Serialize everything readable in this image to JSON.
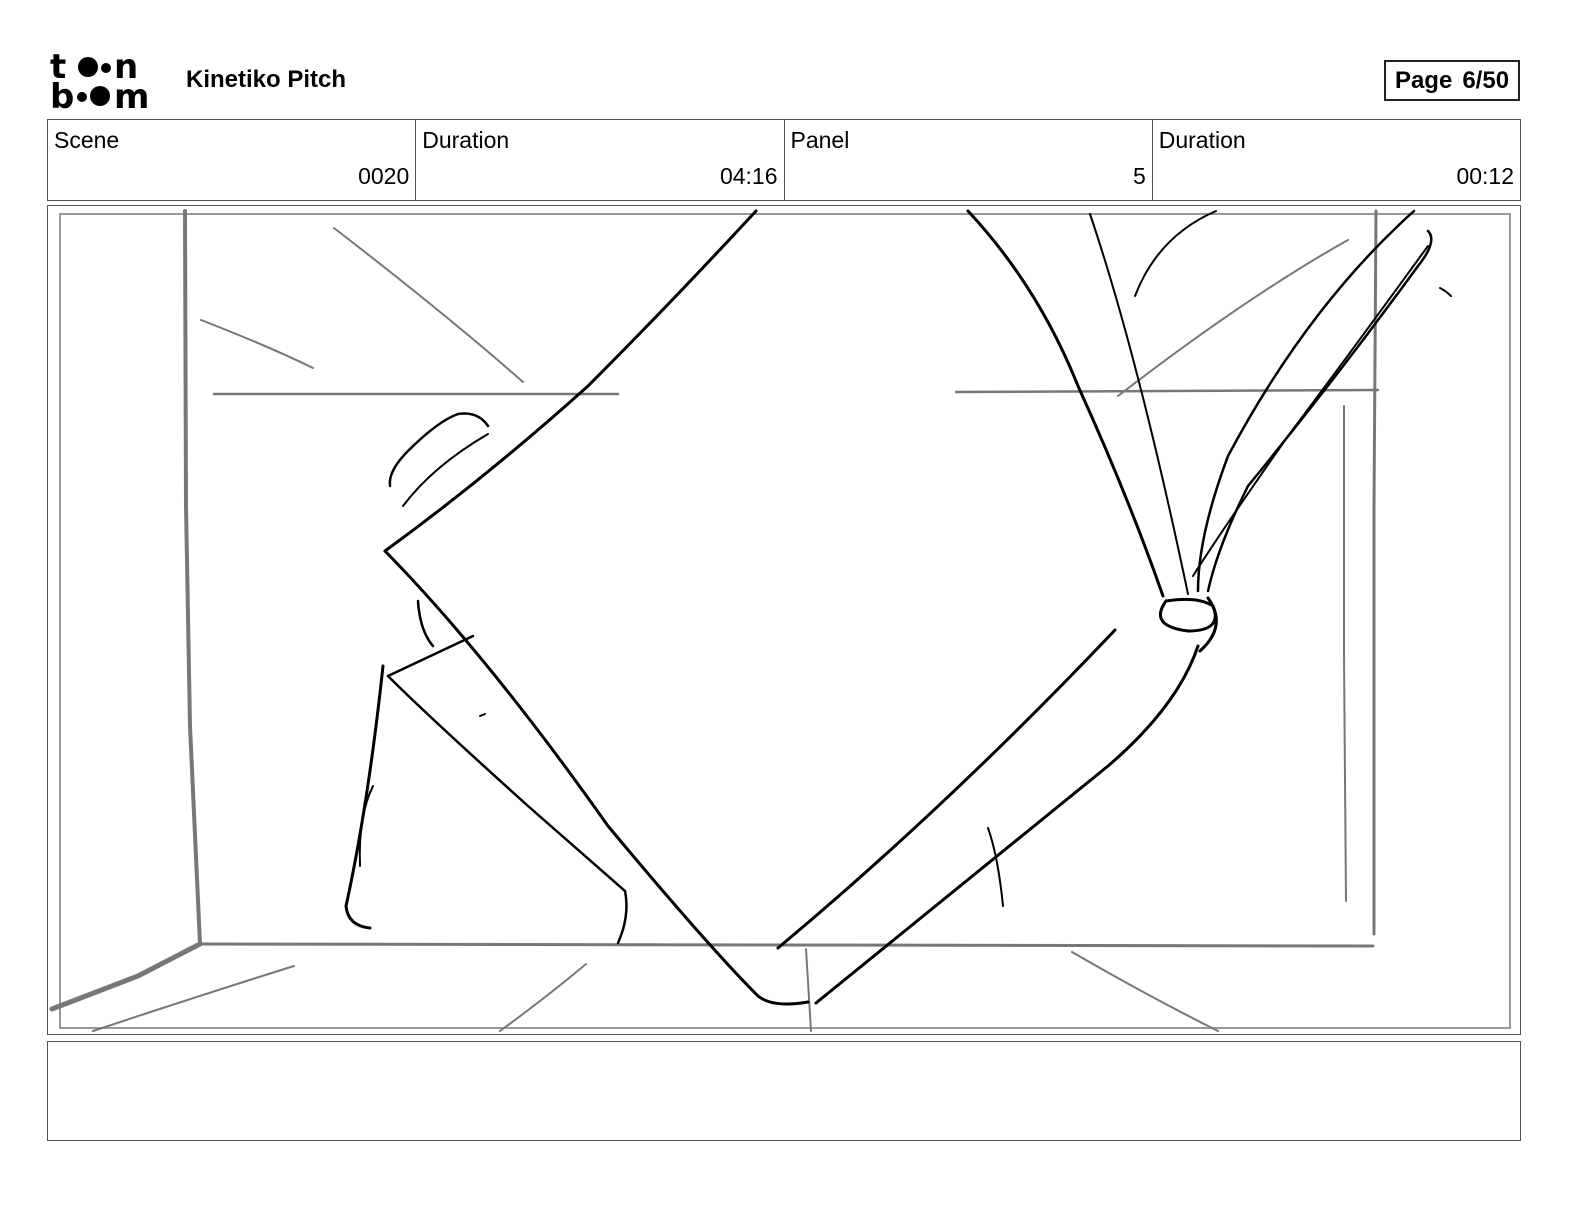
{
  "header": {
    "logo_text": "toonboom",
    "project_title": "Kinetiko Pitch",
    "page_label": "Page",
    "page_value": "6/50"
  },
  "info": {
    "scene_label": "Scene",
    "scene_value": "0020",
    "scene_duration_label": "Duration",
    "scene_duration_value": "04:16",
    "panel_label": "Panel",
    "panel_value": "5",
    "panel_duration_label": "Duration",
    "panel_duration_value": "00:12"
  },
  "notes": {
    "text": ""
  }
}
